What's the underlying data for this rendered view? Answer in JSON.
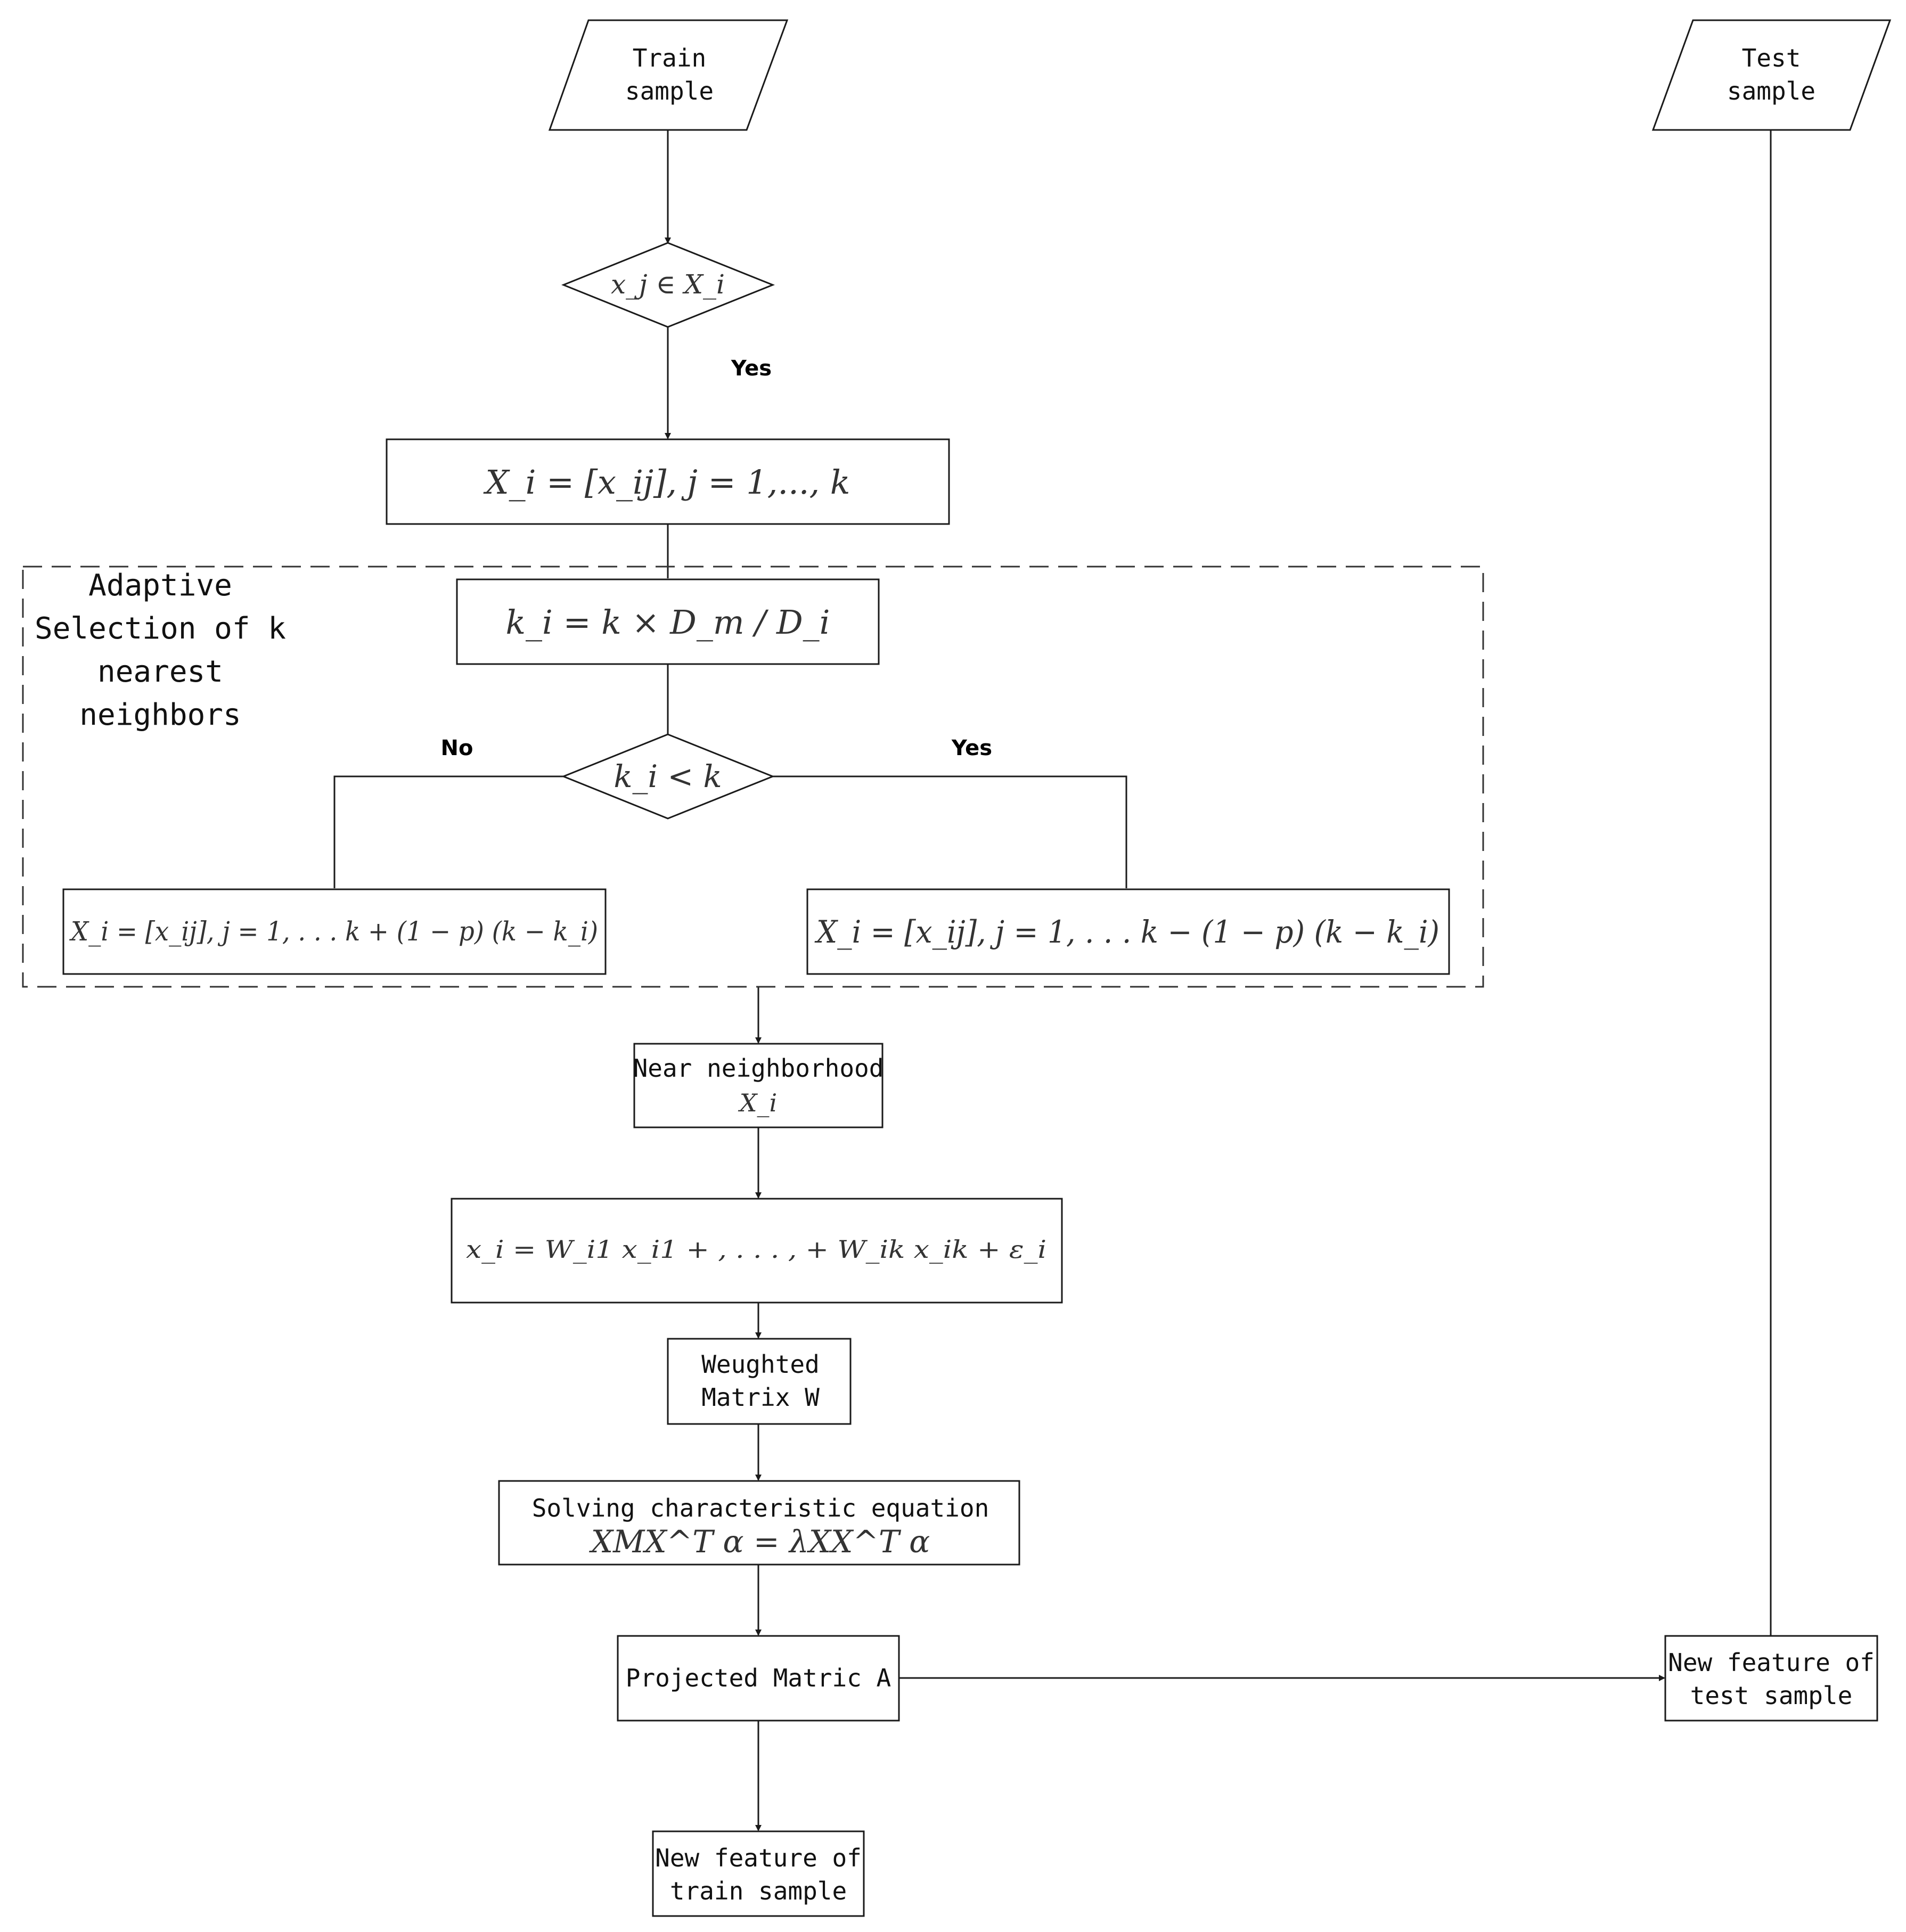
{
  "nodes": {
    "train": [
      "Train",
      "sample"
    ],
    "test": [
      "Test",
      "sample"
    ],
    "decision1": "x_j ∈ X_i",
    "neighbors_init": "X_i = [x_ij], j = 1,..., k",
    "adaptive_title": [
      "Adaptive",
      "Selection of k",
      "nearest",
      "neighbors"
    ],
    "ki_formula": "k_i = k × D_m / D_i",
    "decision2": "k_i < k",
    "left_box": "X_i = [x_ij], j = 1, . . . k + (1 − p) (k − k_i)",
    "right_box": "X_i = [x_ij], j = 1, . . . k − (1 − p) (k − k_i)",
    "near_neighborhood": [
      "Near neighborhood",
      "X_i"
    ],
    "reconstruction": "x_i = W_i1 x_i1 + , . . . , + W_ik x_ik + ε_i",
    "weighted_matrix": [
      "Weughted",
      "Matrix W"
    ],
    "solving": [
      "Solving characteristic equation",
      "XMX^T α = λXX^T α"
    ],
    "projected": "Projected Matric A",
    "new_train": [
      "New feature of",
      "train sample"
    ],
    "new_test": [
      "New feature of",
      "test sample"
    ]
  },
  "edge_labels": {
    "yes_top": "Yes",
    "no": "No",
    "yes_right": "Yes"
  }
}
